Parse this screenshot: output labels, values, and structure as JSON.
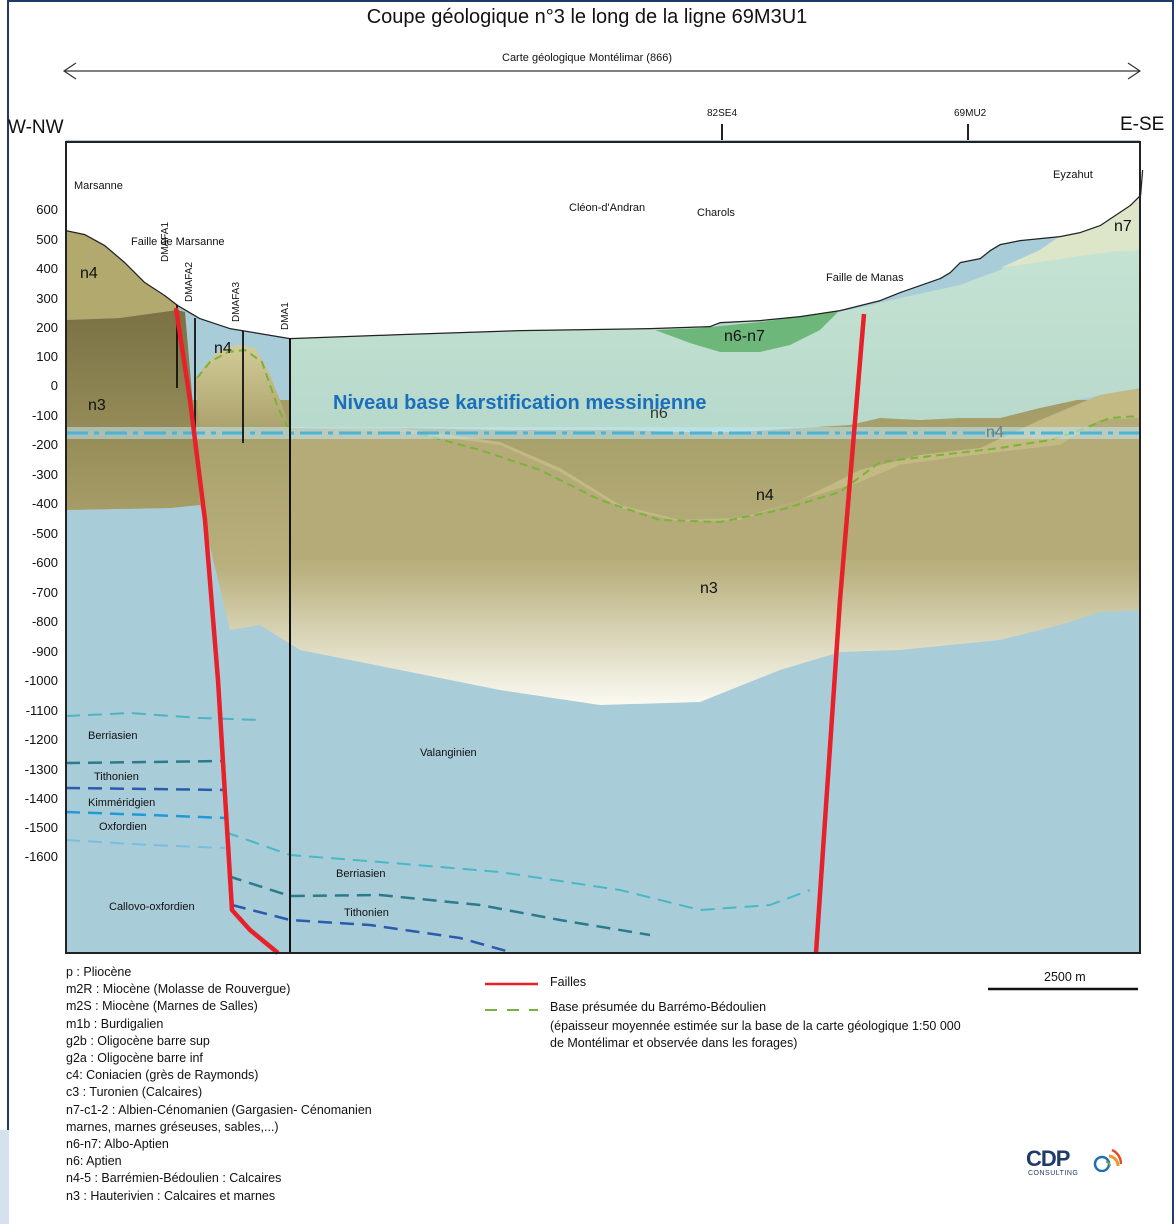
{
  "title": "Coupe géologique n°3 le long de la ligne 69M3U1",
  "carte_label": "Carte géologique Montélimar (866)",
  "directions": {
    "west": "W-NW",
    "east": "E-SE"
  },
  "wells_top": [
    "82SE4",
    "69MU2"
  ],
  "places": [
    "Marsanne",
    "Cléon-d'Andran",
    "Charols",
    "Eyzahut"
  ],
  "faults": [
    "Faille de Marsanne",
    "Faille de Manas"
  ],
  "wells": [
    "DMAFA1",
    "DMAFA2",
    "DMAFA3",
    "DMA1"
  ],
  "y_ticks": [
    "600",
    "500",
    "400",
    "300",
    "200",
    "100",
    "0",
    "-100",
    "-200",
    "-300",
    "-400",
    "-500",
    "-600",
    "-700",
    "-800",
    "-900",
    "-1000",
    "-1100",
    "-1200",
    "-1300",
    "-1400",
    "-1500",
    "-1600"
  ],
  "units": {
    "n4_a": "n4",
    "n4_b": "n4",
    "n4_c": "n4",
    "n4_d": "n4",
    "n3_a": "n3",
    "n3_b": "n3",
    "n6": "n6",
    "n6n7": "n6-n7",
    "n7": "n7",
    "berriasien_a": "Berriasien",
    "tithonien_a": "Tithonien",
    "kimmeridgien": "Kimméridgien",
    "oxfordien": "Oxfordien",
    "callovo": "Callovo-oxfordien",
    "valanginien": "Valanginien",
    "berriasien_b": "Berriasien",
    "tithonien_b": "Tithonien"
  },
  "niveau_label": "Niveau base karstification messinienne",
  "legend_left": [
    "p : Pliocène",
    "m2R : Miocène (Molasse de Rouvergue)",
    "m2S : Miocène (Marnes de Salles)",
    "m1b : Burdigalien",
    "g2b : Oligocène barre sup",
    "g2a : Oligocène barre inf",
    "c4: Coniacien (grès de Raymonds)",
    "c3 : Turonien (Calcaires)",
    "n7-c1-2 : Albien-Cénomanien (Gargasien- Cénomanien",
    "marnes, marnes gréseuses, sables,...)",
    "n6-n7: Albo-Aptien",
    "n6: Aptien",
    "n4-5 : Barrémien-Bédoulien : Calcaires",
    "n3 : Hauterivien : Calcaires et marnes"
  ],
  "legend_right": {
    "failles": "Failles",
    "base": "Base présumée du Barrémo-Bédoulien",
    "note_1": "(épaisseur moyennée estimée sur la base de la carte géologique 1:50 000",
    "note_2": "de Montélimar et observée dans les forages)"
  },
  "scale_label": "2500 m",
  "logo": {
    "text": "CDP",
    "sub": "CONSULTING"
  },
  "colors": {
    "fault": "#e8202a",
    "barremo_dash": "#7ab33a",
    "karst_line": "#4ab3d6",
    "n4": "#b9ad76",
    "n3": "#a49c66",
    "n6": "#c5e2d4",
    "n6n7": "#6db77a",
    "jurassic": "#a7cbd8"
  }
}
